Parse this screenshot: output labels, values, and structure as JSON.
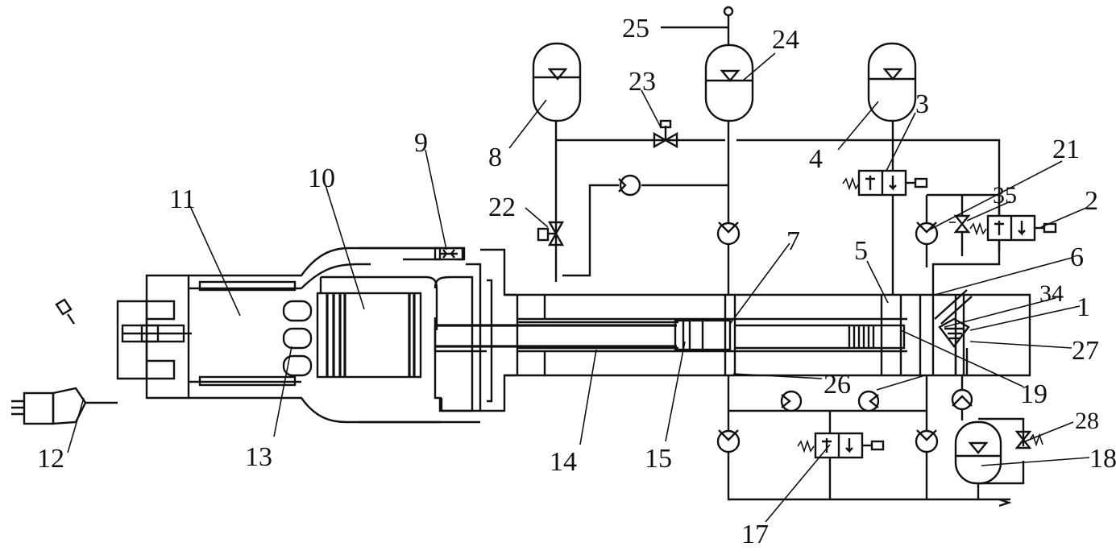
{
  "labels": {
    "n1": "1",
    "n2": "2",
    "n3": "3",
    "n4": "4",
    "n5": "5",
    "n6": "6",
    "n7": "7",
    "n8": "8",
    "n9": "9",
    "n10": "10",
    "n11": "11",
    "n12": "12",
    "n13": "13",
    "n14": "14",
    "n15": "15",
    "n17": "17",
    "n18": "18",
    "n19": "19",
    "n21": "21",
    "n22": "22",
    "n23": "23",
    "n24": "24",
    "n25": "25",
    "n26": "26",
    "n27": "27",
    "n28": "28",
    "n34": "34",
    "n35": "35"
  }
}
